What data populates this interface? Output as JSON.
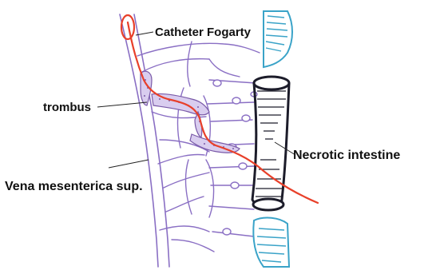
{
  "labels": {
    "catheter": "Catheter Fogarty",
    "trombus": "trombus",
    "intestine": "Necrotic intestine",
    "vein": "Vena mesenterica sup."
  },
  "colors": {
    "vessel": "#8a6fc4",
    "clot": "#7a5aa8",
    "catheter": "#e8402a",
    "intestine_outline": "#1c1c2a",
    "intestine_blue": "#3aa3c8",
    "leader": "#222222"
  }
}
